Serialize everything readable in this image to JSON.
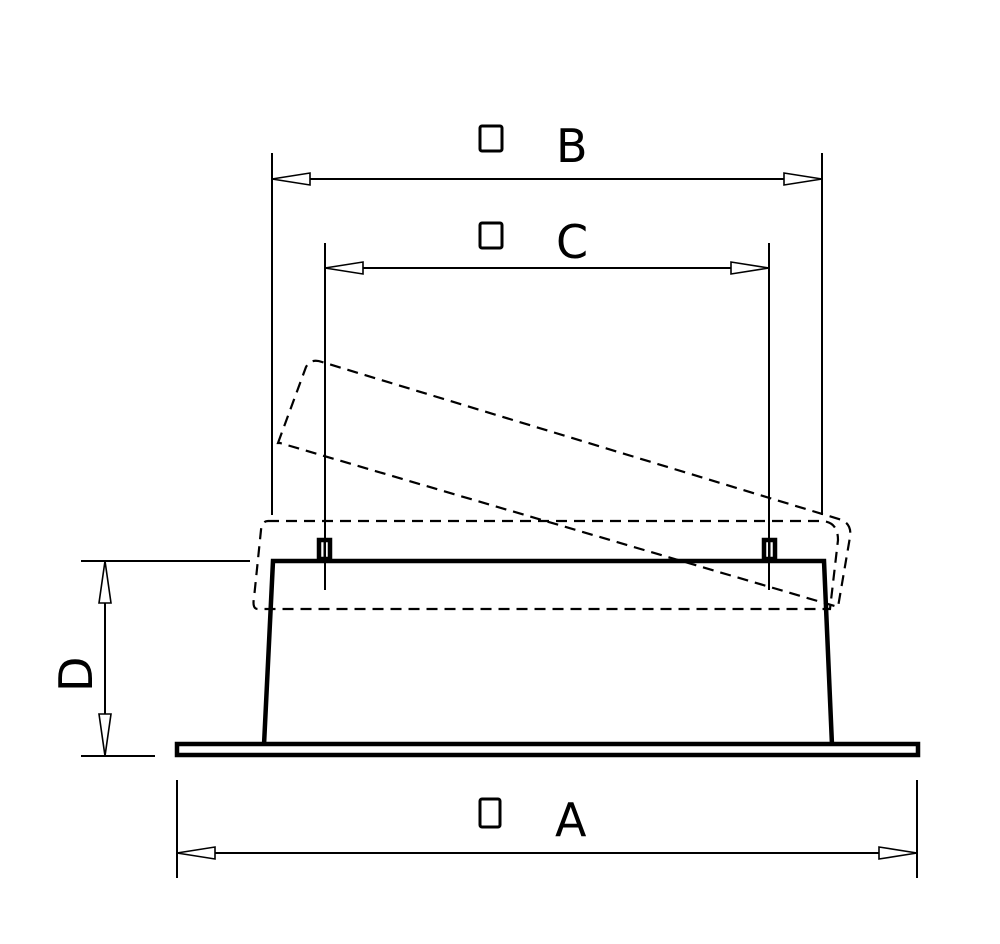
{
  "drawing": {
    "type": "technical-dimension-drawing",
    "subject": "raised square base with hinged lid (open position shown dashed)",
    "line_color": "#000000",
    "background": "#ffffff"
  },
  "dimensions": {
    "A": {
      "symbol": "□",
      "letter": "A",
      "description": "overall base flange width (square)"
    },
    "B": {
      "symbol": "□",
      "letter": "B",
      "description": "top outer width (square)"
    },
    "C": {
      "symbol": "□",
      "letter": "C",
      "description": "distance between pins (square)"
    },
    "D": {
      "symbol": "",
      "letter": "D",
      "description": "height from base to top"
    }
  }
}
